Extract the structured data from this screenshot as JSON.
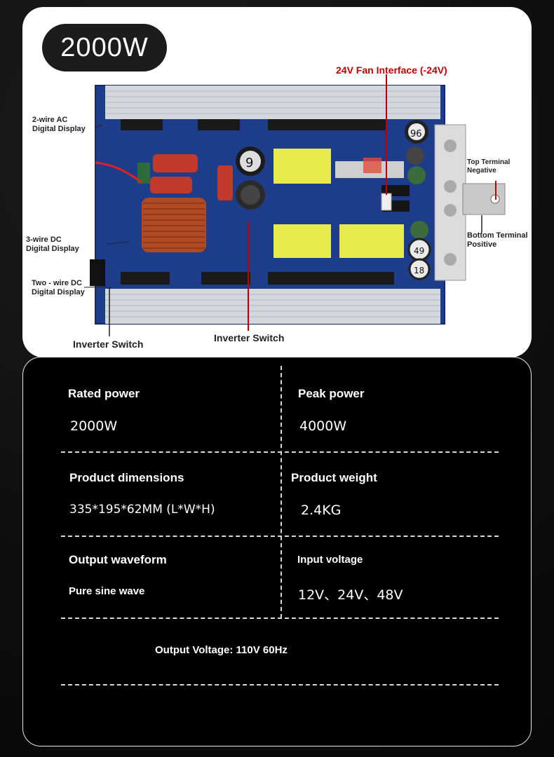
{
  "badge": "2000W",
  "callouts": {
    "fan": "24V Fan Interface (-24V)",
    "ac_display_1": "2-wire AC",
    "ac_display_2": "Digital Display",
    "dc3_1": "3-wire DC",
    "dc3_2": "Digital Display",
    "dc2_1": "Two - wire DC",
    "dc2_2": "Digital Display",
    "top_term_1": "Top Terminal",
    "top_term_2": "Negative",
    "bot_term_1": "Bottom Terminal",
    "bot_term_2": "Positive",
    "inv_left": "Inverter Switch",
    "inv_center": "Inverter Switch"
  },
  "components": {
    "cap_1": "9",
    "cap_2": "96",
    "cap_3": "49",
    "cap_4": "18"
  },
  "specs": {
    "rated_power_label": "Rated power",
    "rated_power_value": "2000W",
    "peak_power_label": "Peak power",
    "peak_power_value": "4000W",
    "dimensions_label": "Product dimensions",
    "dimensions_value": "335*195*62MM (L*W*H)",
    "weight_label": "Product weight",
    "weight_value": "2.4KG",
    "waveform_label": "Output waveform",
    "waveform_value": "Pure sine wave",
    "input_label": "Input voltage",
    "input_value": "12V、24V、48V",
    "output_voltage": "Output Voltage: 110V 60Hz"
  },
  "colors": {
    "board": "#1f3f8c",
    "heatsink": "#cfd2d6",
    "transformer": "#e8e84a",
    "coil": "#b5461f",
    "callout_red": "#c00000"
  }
}
